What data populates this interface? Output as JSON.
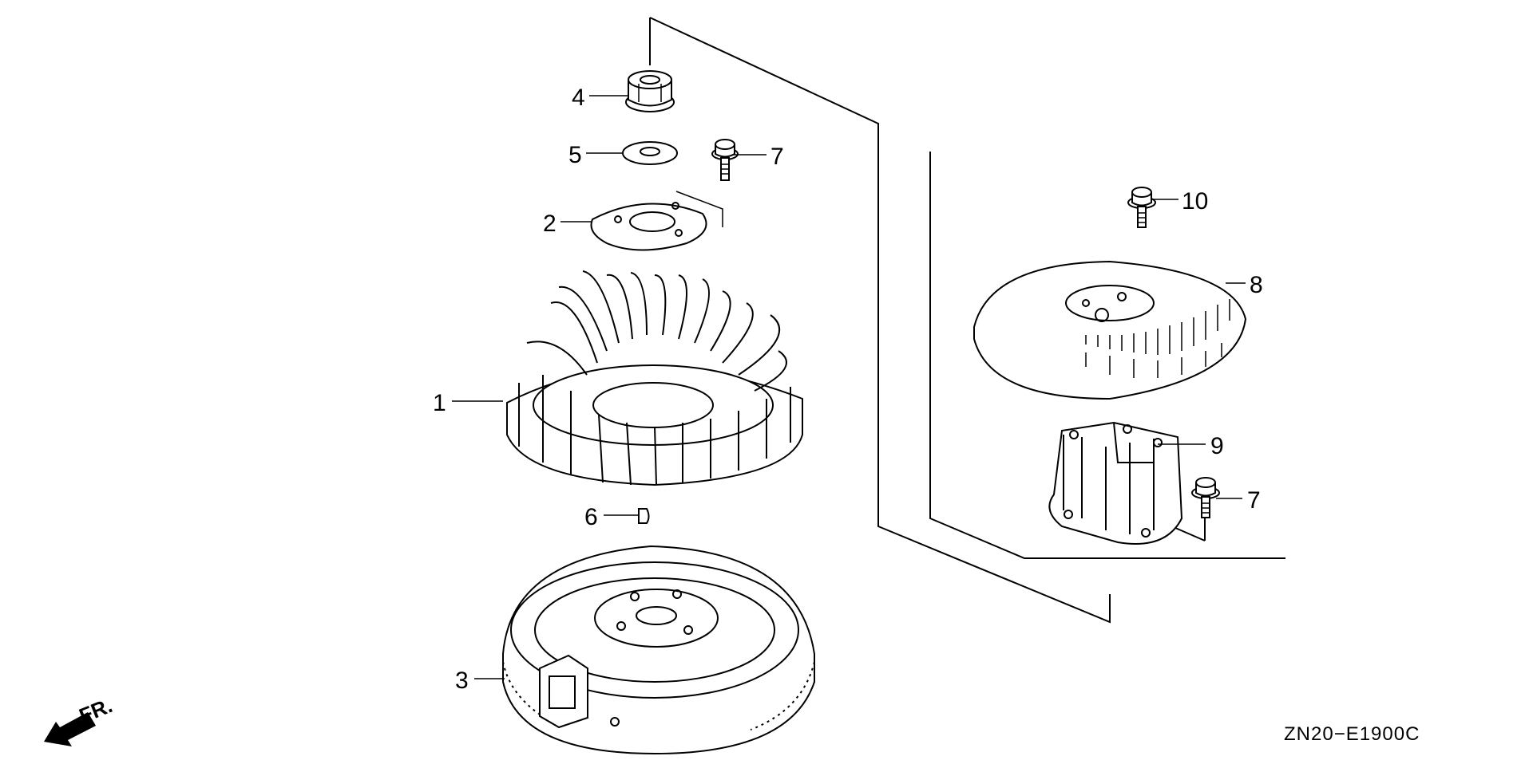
{
  "callouts": {
    "c1": "1",
    "c2": "2",
    "c3": "3",
    "c4": "4",
    "c5": "5",
    "c6": "6",
    "c7a": "7",
    "c7b": "7",
    "c8": "8",
    "c9": "9",
    "c10": "10"
  },
  "direction_label": "FR.",
  "diagram_code": "ZN20−E1900C",
  "icons": [
    "front-direction-arrow-icon"
  ],
  "colors": {
    "ink": "#000000",
    "paper": "#ffffff"
  }
}
